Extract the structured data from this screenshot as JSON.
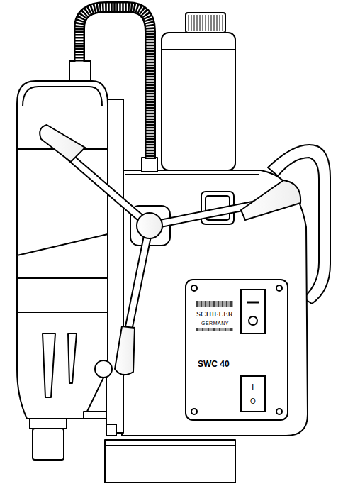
{
  "diagram": {
    "labels": [
      "SCHIFLER",
      "GERMANY",
      "SWC 40",
      "I",
      "O"
    ]
  }
}
